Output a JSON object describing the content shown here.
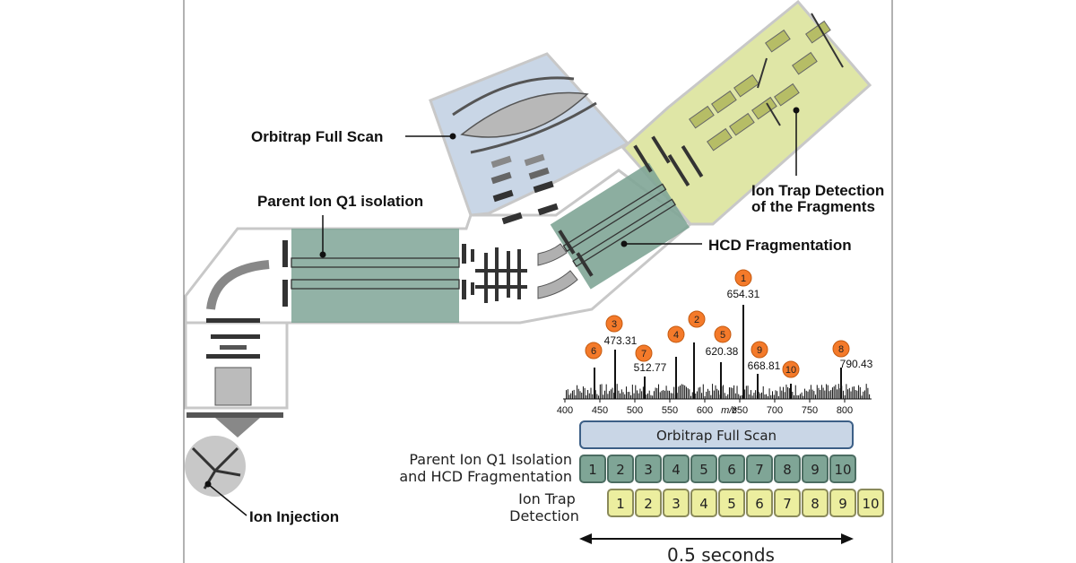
{
  "labels": {
    "orbitrap_full_scan": "Orbitrap Full Scan",
    "parent_ion_q1": "Parent Ion Q1 isolation",
    "ion_trap_detection_line1": "Ion Trap Detection",
    "ion_trap_detection_line2": "of the Fragments",
    "hcd_fragmentation": "HCD Fragmentation",
    "ion_injection": "Ion Injection"
  },
  "spectrum": {
    "x_axis_label": "m/z",
    "x_ticks": [
      "400",
      "450",
      "500",
      "550",
      "600",
      "650",
      "700",
      "750",
      "800"
    ],
    "peaks": [
      {
        "badge": "1",
        "mz": "654.31"
      },
      {
        "badge": "2",
        "mz": ""
      },
      {
        "badge": "3",
        "mz": "473.31"
      },
      {
        "badge": "4",
        "mz": ""
      },
      {
        "badge": "5",
        "mz": "620.38"
      },
      {
        "badge": "6",
        "mz": ""
      },
      {
        "badge": "7",
        "mz": "512.77"
      },
      {
        "badge": "8",
        "mz": "790.43"
      },
      {
        "badge": "9",
        "mz": "668.81"
      },
      {
        "badge": "10",
        "mz": ""
      }
    ]
  },
  "timeline": {
    "orbitrap_bar": "Orbitrap Full Scan",
    "parent_row_label_1": "Parent Ion Q1 Isolation",
    "parent_row_label_2": "and HCD Fragmentation",
    "trap_row_label_1": "Ion Trap",
    "trap_row_label_2": "Detection",
    "parent_boxes": [
      "1",
      "2",
      "3",
      "4",
      "5",
      "6",
      "7",
      "8",
      "9",
      "10"
    ],
    "trap_boxes": [
      "1",
      "2",
      "3",
      "4",
      "5",
      "6",
      "7",
      "8",
      "9",
      "10"
    ],
    "duration": "0.5 seconds"
  },
  "colors": {
    "orbitrap_blue": "#c9d6e6",
    "teal": "#7fa596",
    "yellow_green": "#dfe6a6",
    "trap_box": "#ecee9f",
    "badge_orange": "#f47a2a"
  }
}
